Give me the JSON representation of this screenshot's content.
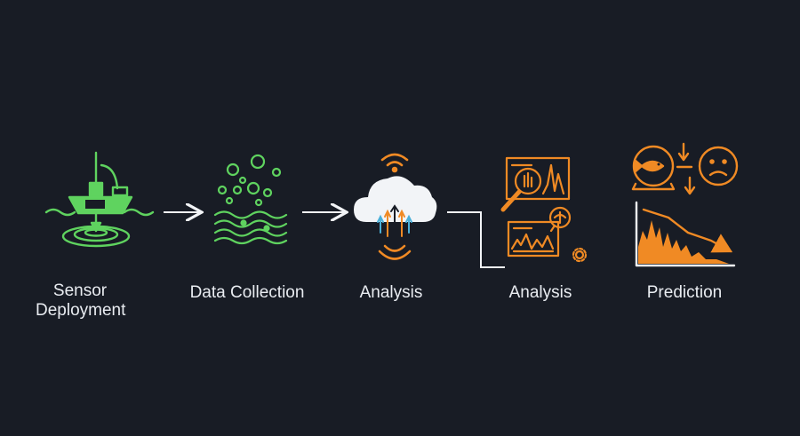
{
  "colors": {
    "background": "#181c25",
    "green": "#5fd35f",
    "orange": "#f08a24",
    "white": "#f2f4f7",
    "text": "#e9ecf1"
  },
  "steps": [
    {
      "label": "Sensor\nDeployment",
      "icon": "buoy-sensor-icon",
      "color": "green"
    },
    {
      "label": "Data Collection",
      "icon": "water-waves-particles-icon",
      "color": "green"
    },
    {
      "label": "Analysis",
      "icon": "cloud-upload-wireless-icon",
      "color": "orange"
    },
    {
      "label": "Analysis",
      "icon": "magnifier-charts-brain-icon",
      "color": "orange"
    },
    {
      "label": "Prediction",
      "icon": "fish-decline-chart-icon",
      "color": "orange"
    }
  ]
}
